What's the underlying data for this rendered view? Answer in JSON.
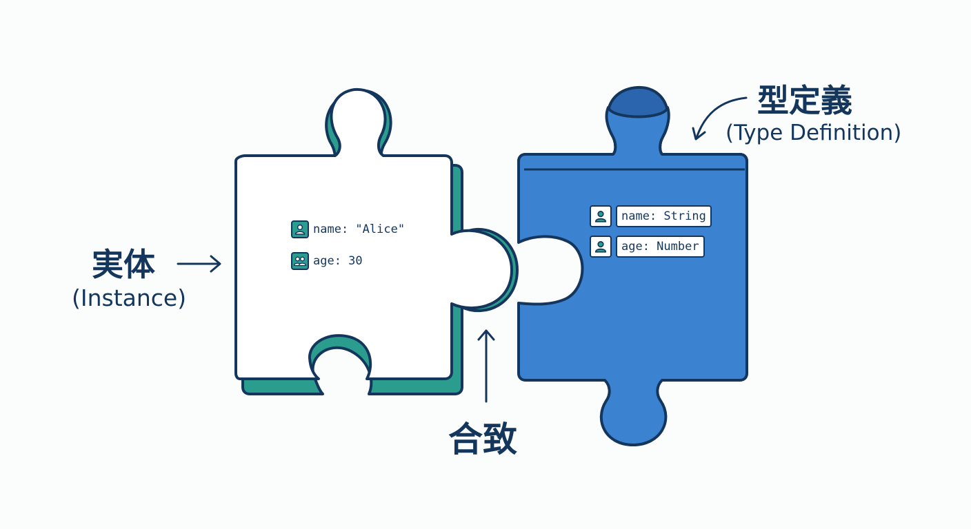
{
  "labels": {
    "instance_main": "実体",
    "instance_sub": "(Instance)",
    "type_main": "型定義",
    "type_sub": "(Type Definition)",
    "match_main": "合致"
  },
  "instance_piece": {
    "fields": [
      {
        "text": "name: \"Alice\"",
        "icon": "person-icon"
      },
      {
        "text": "age: 30",
        "icon": "people-icon"
      }
    ]
  },
  "type_piece": {
    "fields": [
      {
        "text": "name: String",
        "icon": "person-icon"
      },
      {
        "text": "age: Number",
        "icon": "person-icon"
      }
    ]
  },
  "colors": {
    "outline": "#14365c",
    "teal": "#2a9d8f",
    "blue_fill": "#3b82d0",
    "blue_dark": "#2a65ad",
    "background": "#fbfcfc",
    "white": "#ffffff"
  }
}
